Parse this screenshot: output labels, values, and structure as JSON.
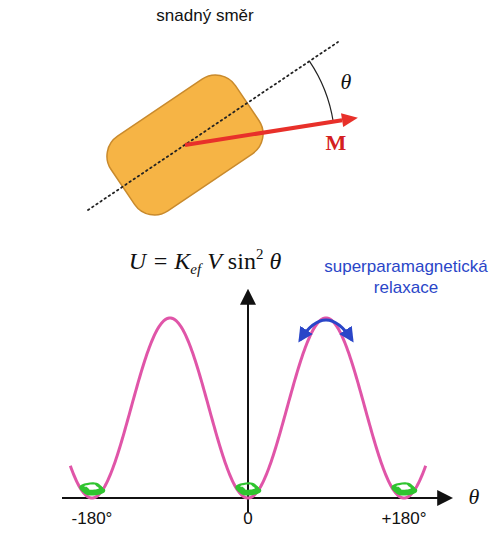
{
  "diagram": {
    "labels": [
      "snadný směr",
      "θ",
      "M",
      "U = K",
      "ef",
      "V",
      "sin",
      "2",
      "θ",
      "superparamagnetická relaxace",
      "-180°",
      "0",
      "+180°",
      "θ"
    ]
  }
}
